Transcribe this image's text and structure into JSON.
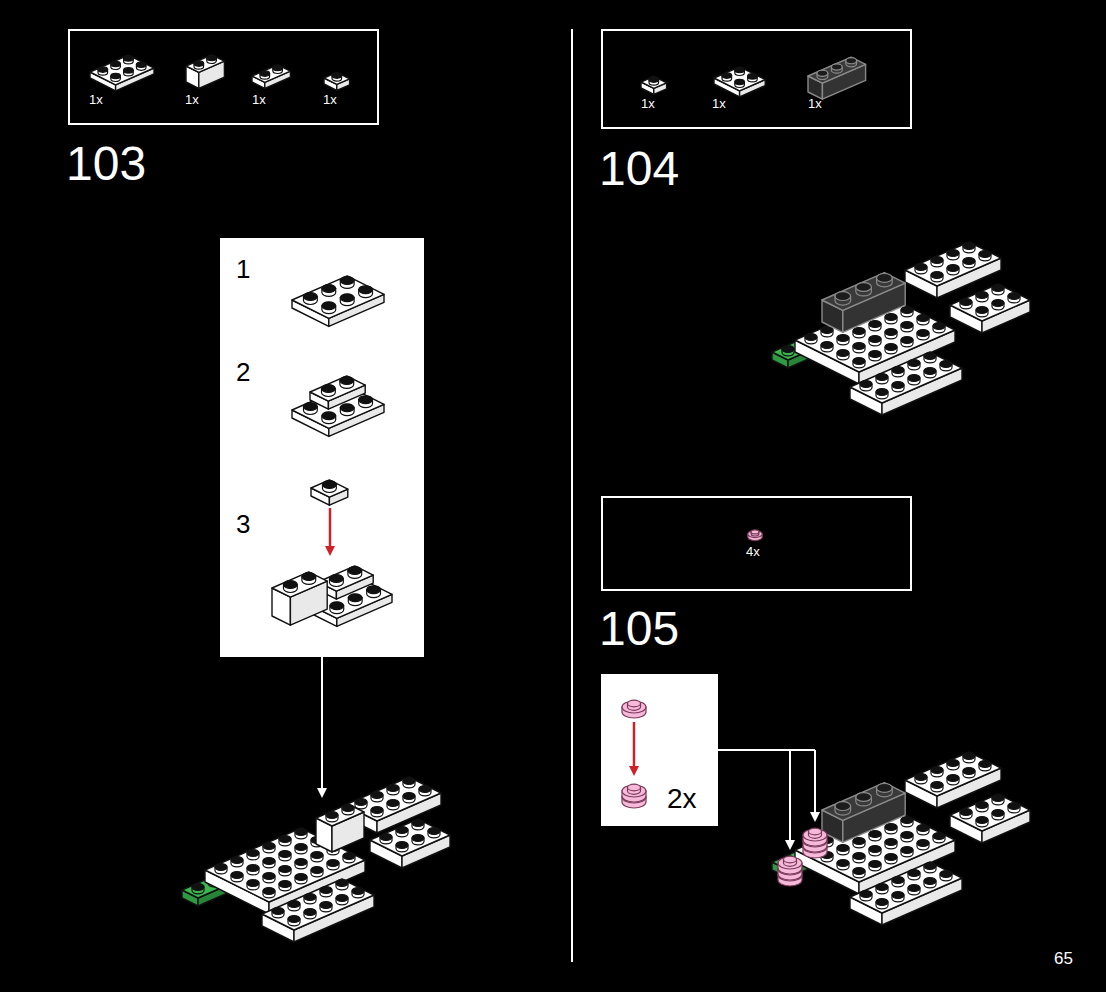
{
  "diagram": {
    "nodes": [
      {
        "text": [
          "1x",
          "1x",
          "1x",
          "1x"
        ]
      },
      {
        "text": [
          "1",
          "2",
          "3"
        ]
      },
      {
        "text": [
          "1x",
          "1x",
          "1x"
        ]
      },
      {
        "text": [
          "4x"
        ]
      },
      {
        "text": [
          "2x"
        ]
      }
    ],
    "labels": [
      "103",
      "104",
      "105",
      "65"
    ]
  }
}
